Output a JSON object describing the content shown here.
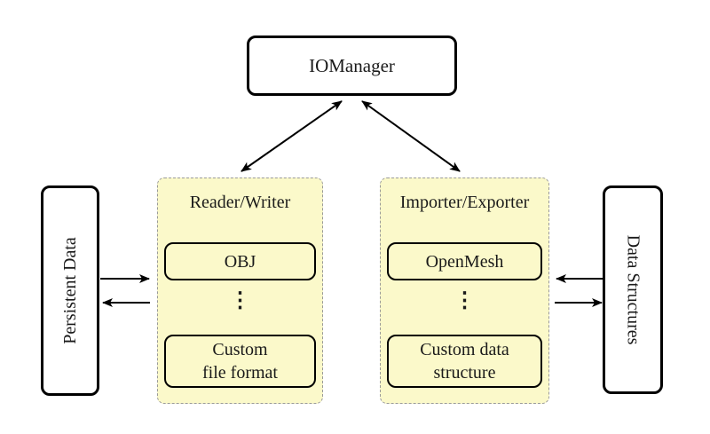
{
  "diagram": {
    "io_manager": {
      "label": "IOManager"
    },
    "side_nodes": {
      "left": {
        "label": "Persistent Data"
      },
      "right": {
        "label": "Data Structures"
      }
    },
    "groups": [
      {
        "title": "Reader/Writer",
        "top_node": "OBJ",
        "dots": "⋮",
        "bottom_node_line1": "Custom",
        "bottom_node_line2": "file format"
      },
      {
        "title": "Importer/Exporter",
        "top_node": "OpenMesh",
        "dots": "⋮",
        "bottom_node_line1": "Custom data",
        "bottom_node_line2": "structure"
      }
    ],
    "connections": [
      "IOManager <-> Reader/Writer",
      "IOManager <-> Importer/Exporter",
      "Persistent Data -> Reader/Writer",
      "Reader/Writer -> Persistent Data",
      "Data Structures -> Importer/Exporter",
      "Importer/Exporter -> Data Structures"
    ],
    "colors": {
      "background": "#FFFFFF",
      "group_fill": "#FBF9CA",
      "node_fill": "#FBF9CA",
      "solid_border": "#000000",
      "dashed_border": "#9A9A9A",
      "arrow": "#000000",
      "text": "#1A1A1A"
    }
  }
}
